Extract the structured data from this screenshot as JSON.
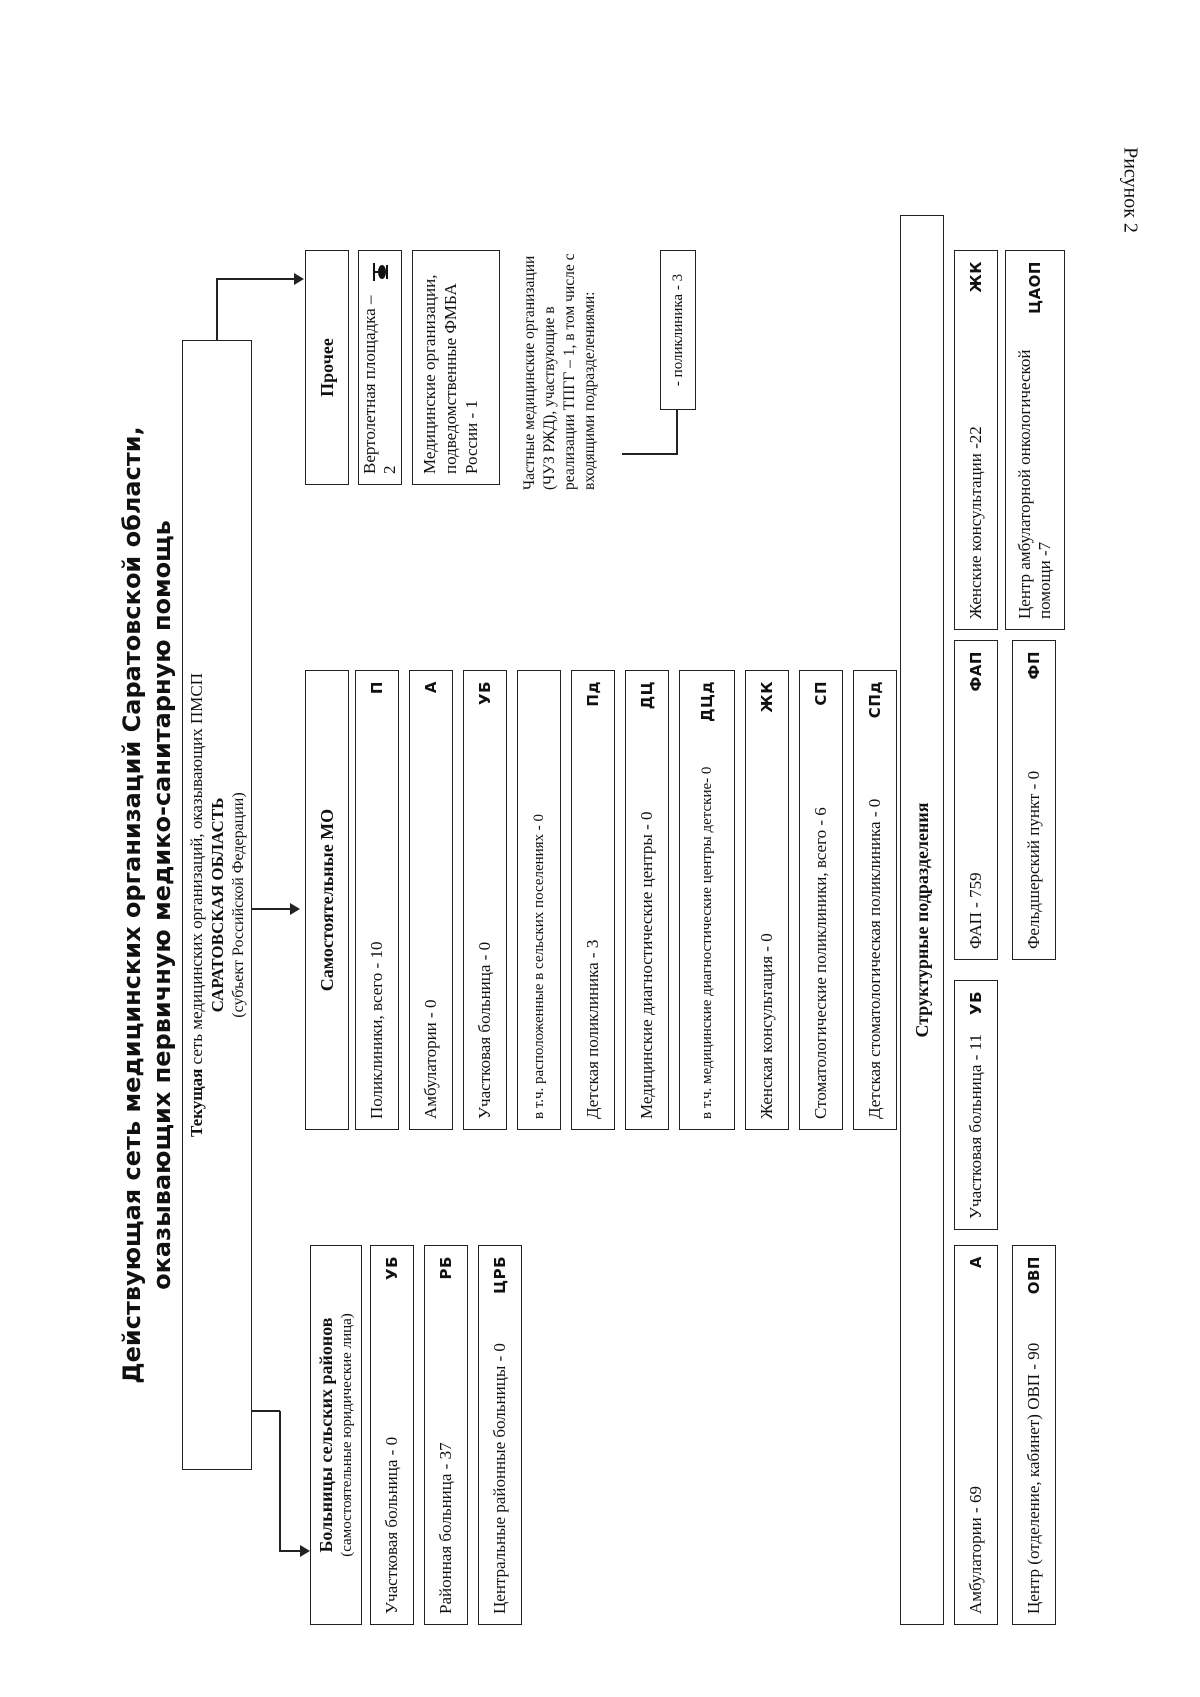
{
  "figure_label": "Рисунок 2",
  "title": {
    "line1": "Действующая сеть медицинских организаций Саратовской области,",
    "line2": "оказывающих первичную медико-санитарную помощь"
  },
  "root": {
    "line1_bold": "Текущая",
    "line1_rest": " сеть медицинских организаций, оказывающих ПМСП",
    "line2": "САРАТОВСКАЯ ОБЛАСТЬ",
    "line3": "(субъект Российской Федерации)"
  },
  "rural": {
    "header": "Больницы сельских районов",
    "subheader": "(самостоятельные юридические лица)",
    "items": [
      {
        "label": "Участковая больница - 0",
        "badge": "УБ"
      },
      {
        "label": "Районная больница - 37",
        "badge": "РБ"
      },
      {
        "label": "Центральные районные больницы - 0",
        "badge": "ЦРБ"
      }
    ]
  },
  "independent": {
    "header": "Самостоятельные МО",
    "items": [
      {
        "label": "Поликлиники, всего - 10",
        "badge": "П"
      },
      {
        "label": "Амбулатории - 0",
        "badge": "А"
      },
      {
        "label": "Участковая больница - 0",
        "badge": "УБ"
      },
      {
        "label": "в т.ч. расположенные в сельских поселениях - 0",
        "badge": ""
      },
      {
        "label": "Детская поликлиника - 3",
        "badge": "Пд"
      },
      {
        "label": "Медицинские диагностические центры - 0",
        "badge": "ДЦ"
      },
      {
        "label": "в т.ч. медицинские диагностические центры детские- 0",
        "badge": "ДЦд"
      },
      {
        "label": "Женская консультация - 0",
        "badge": "ЖК"
      },
      {
        "label": "Стоматологические поликлиники, всего - 6",
        "badge": "СП"
      },
      {
        "label": "Детская стоматологическая поликлиника - 0",
        "badge": "СПд"
      }
    ]
  },
  "other": {
    "header": "Прочее",
    "heliport": "Вертолетная площадка – 2",
    "fmba": "Медицинские организации, подведомственные ФМБА России - 1",
    "private": "Частные медицинские органи­зации (ЧУЗ РЖД), участвующие в реализации ТПГГ – 1, в том числе с входящими подразделениями:",
    "private_sub": "- поликлиника - 3"
  },
  "structural": {
    "header": "Структурные подразделения",
    "ambulatory": {
      "label": "Амбулатории - 69",
      "badge": "А"
    },
    "district_hospital": {
      "label": "Участковая больница - 11",
      "badge": "УБ"
    },
    "fap": {
      "label": "ФАП - 759",
      "badge": "ФАП"
    },
    "womens": {
      "label": "Женские консультации -22",
      "badge": "ЖК"
    },
    "ovp": {
      "label": "Центр (отделение, кабинет) ОВП - 90",
      "badge": "ОВП"
    },
    "fp": {
      "label": "Фельдшерский пункт - 0",
      "badge": "ФП"
    },
    "oncology": {
      "label": "Центр амбулаторной онкологической помощи -7",
      "badge": "ЦАОП"
    }
  }
}
